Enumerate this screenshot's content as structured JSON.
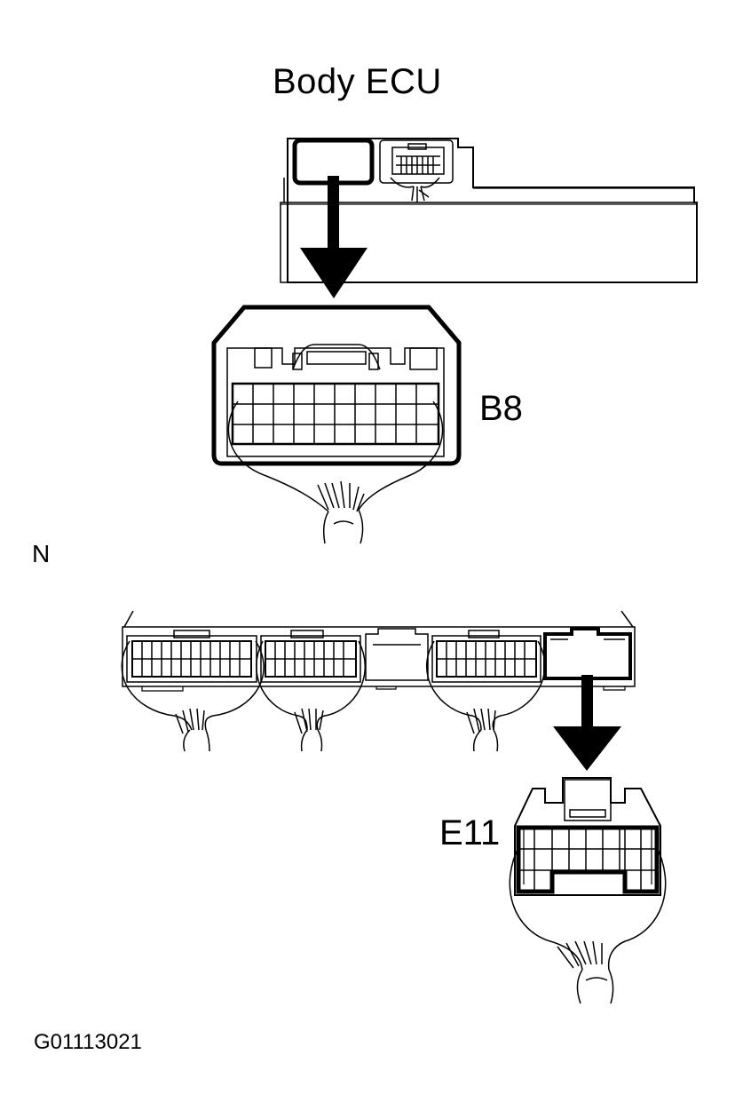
{
  "diagram": {
    "title": "Body ECU",
    "connectors": [
      {
        "label": "B8"
      },
      {
        "label": "E11"
      }
    ],
    "side_label": "N",
    "figure_id": "G01113021"
  }
}
